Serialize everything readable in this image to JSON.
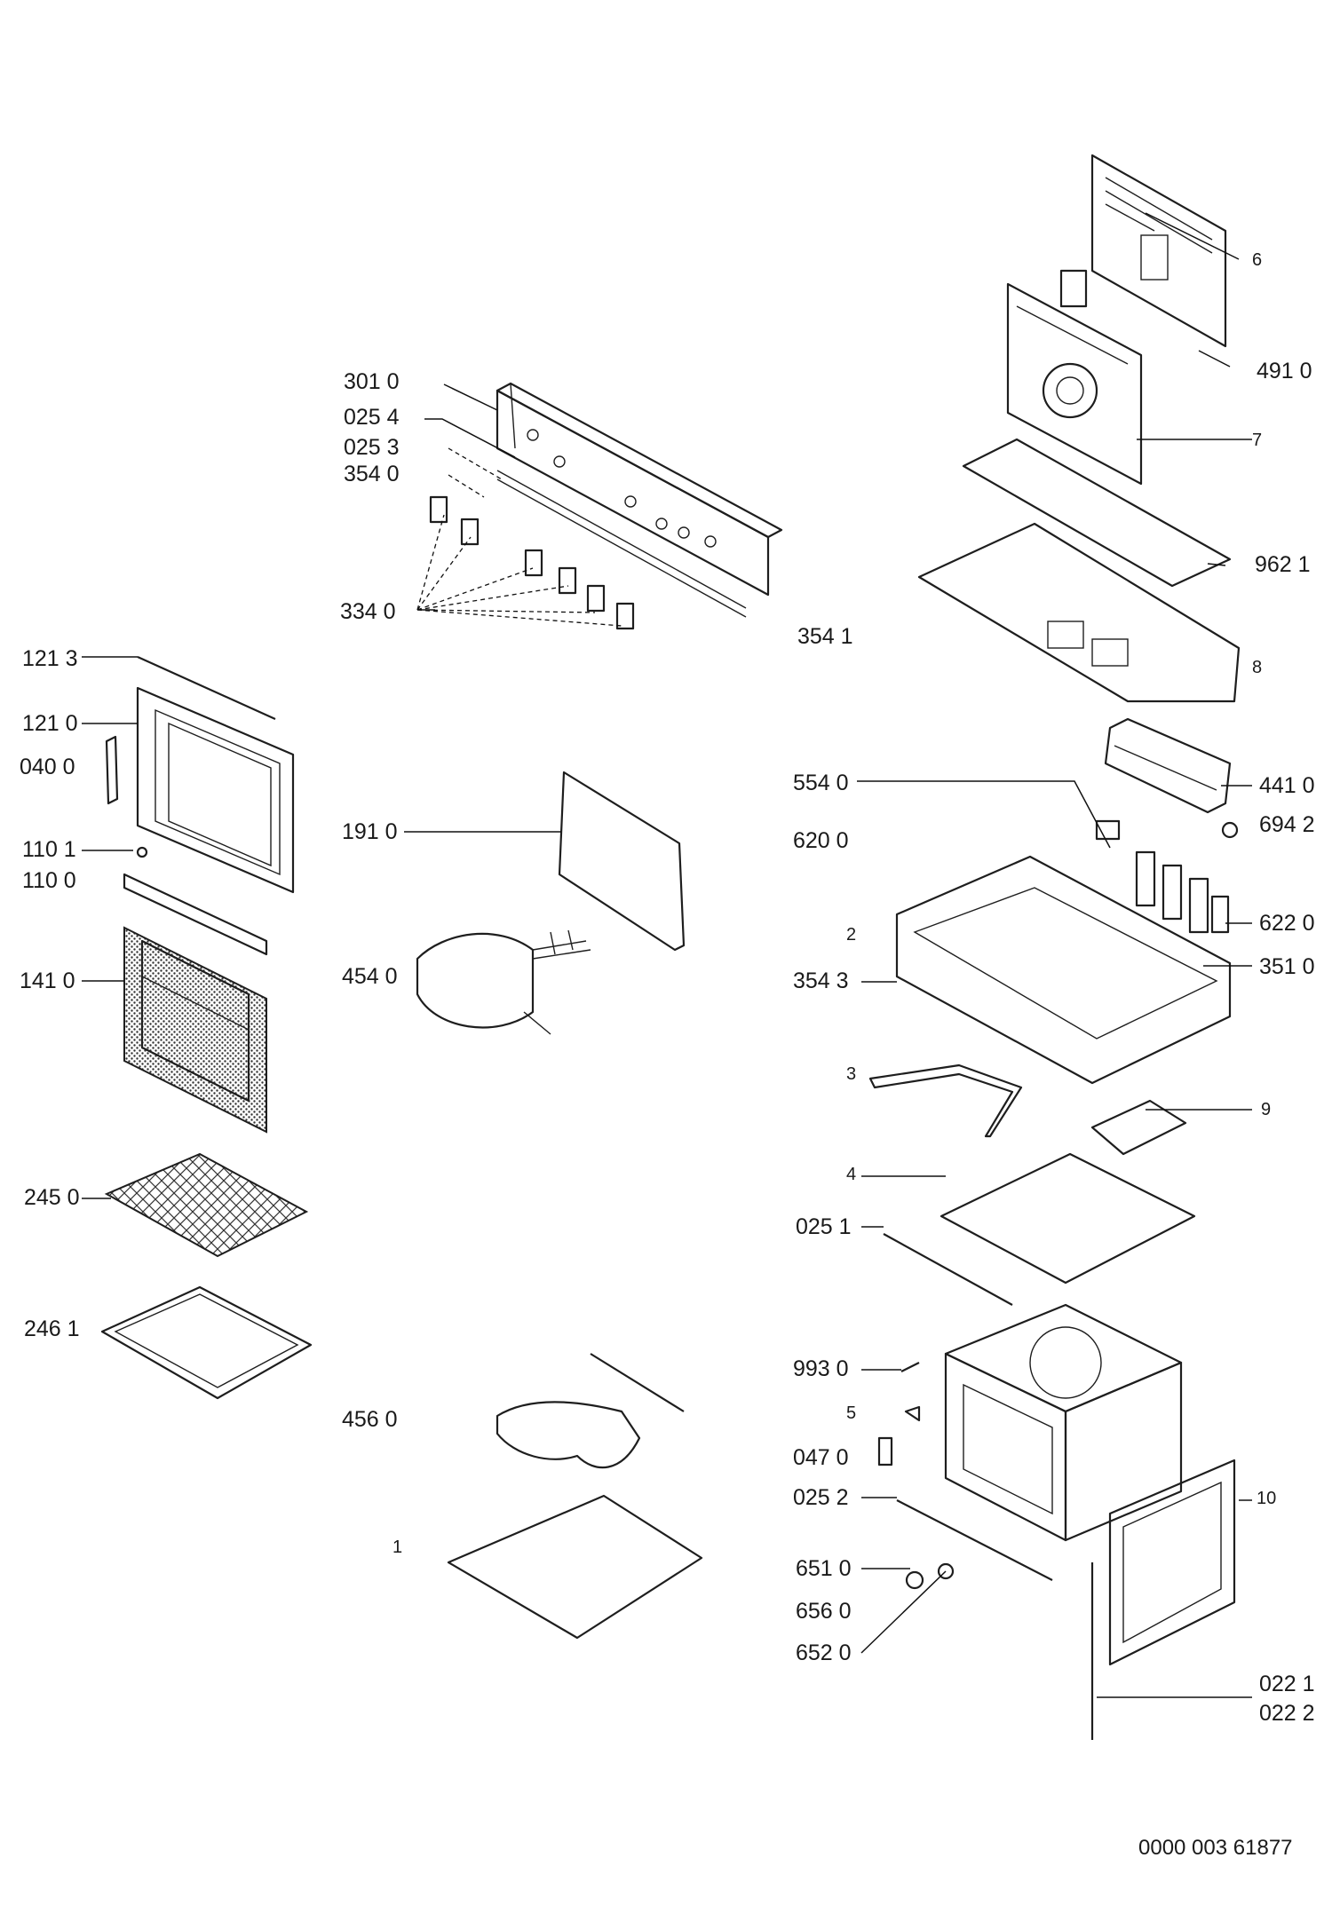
{
  "labels": {
    "l301_0": "301 0",
    "l025_4": "025 4",
    "l025_3": "025 3",
    "l354_0": "354 0",
    "l334_0": "334 0",
    "l354_1": "354 1",
    "l121_3": "121 3",
    "l121_0": "121 0",
    "l040_0": "040 0",
    "l110_1": "110 1",
    "l110_0": "110 0",
    "l141_0": "141 0",
    "l245_0": "245 0",
    "l246_1": "246 1",
    "l191_0": "191 0",
    "l454_0": "454 0",
    "l456_0": "456 0",
    "l1": "1",
    "l6": "6",
    "l491_0": "491 0",
    "l7": "7",
    "l962_1": "962 1",
    "l8": "8",
    "l441_0": "441 0",
    "l554_0": "554 0",
    "l694_2": "694 2",
    "l620_0": "620 0",
    "l622_0": "622 0",
    "l2": "2",
    "l354_3": "354 3",
    "l351_0": "351 0",
    "l3": "3",
    "l9": "9",
    "l4": "4",
    "l025_1": "025 1",
    "l993_0": "993 0",
    "l5": "5",
    "l047_0": "047 0",
    "l025_2": "025 2",
    "l10": "10",
    "l651_0": "651 0",
    "l656_0": "656 0",
    "l652_0": "652 0",
    "l022_1": "022 1",
    "l022_2": "022 2"
  },
  "document_id": "0000 003 61877"
}
